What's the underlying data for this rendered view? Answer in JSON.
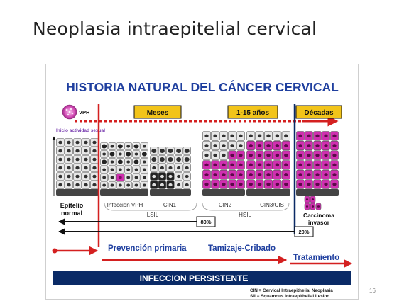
{
  "slide": {
    "title": "Neoplasia intraepitelial cervical",
    "page_number": "16"
  },
  "figure": {
    "heading": "HISTORIA NATURAL DEL CÁNCER CERVICAL",
    "hpv_label": "VPH",
    "onset_label": "Inicio actividad sexual",
    "timeline": {
      "months": "Meses",
      "years": "1-15 años",
      "decades": "Décadas"
    },
    "stages": {
      "normal": "Epitelio\nnormal",
      "infection": "Infección VPH",
      "cin1": "CIN1",
      "cin2": "CIN2",
      "cin3": "CIN3/CIS",
      "lsil": "LSIL",
      "hsil": "HSIL",
      "carcinoma": "Carcinoma\ninvasor"
    },
    "percent_80": "80%",
    "percent_20": "20%",
    "phases": {
      "primary": "Prevención primaria",
      "screening": "Tamizaje-Cribado",
      "treatment": "Tratamiento"
    },
    "banner": "INFECCION PERSISTENTE",
    "footnote_1": "CIN = Cervical Intraepithelial Neoplasia",
    "footnote_2": "SIL= Squamous Intraepithelial Lesion"
  },
  "colors": {
    "heading": "#1f3f9f",
    "red": "#d42020",
    "gold": "#f2c41a",
    "navy": "#0a2a66",
    "magenta": "#d02fb0",
    "grey_cell": "#9a9a9a",
    "dark_cell": "#303030",
    "base": "#444444"
  }
}
